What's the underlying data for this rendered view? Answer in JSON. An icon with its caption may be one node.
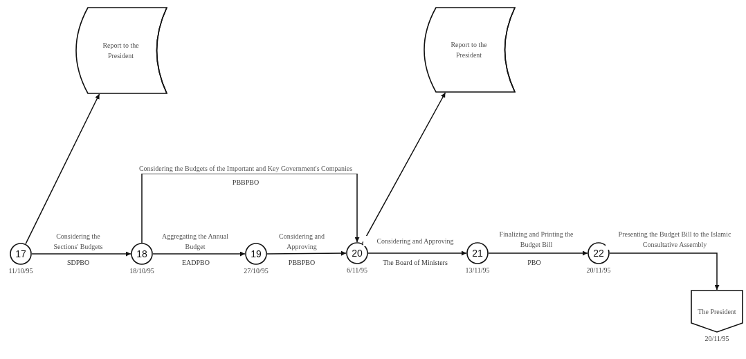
{
  "diagram": {
    "nodes": [
      {
        "text": [
          "Report to the President"
        ]
      },
      {
        "text": [
          "Report to the President"
        ]
      },
      {
        "text": [
          "17"
        ],
        "beside": [
          "11/10/95"
        ]
      },
      {
        "text": [
          "18"
        ],
        "beside": [
          "18/10/95"
        ]
      },
      {
        "text": [
          "19"
        ],
        "beside": [
          "27/10/95"
        ]
      },
      {
        "text": [
          "20"
        ],
        "beside": [
          "6/11/95"
        ]
      },
      {
        "text": [
          "21"
        ],
        "beside": [
          "13/11/95"
        ]
      },
      {
        "text": [
          "22"
        ],
        "beside": [
          "20/11/95"
        ]
      },
      {
        "text": [
          "The President"
        ],
        "beside": [
          "20/11/95"
        ]
      }
    ],
    "edges": [
      {
        "from": 2,
        "to": 0,
        "arrow": "to"
      },
      {
        "from": 2,
        "to": 3,
        "arrow": "to",
        "label": "Considering the Sections' Budgets"
      },
      {
        "from": 3,
        "to": 5,
        "arrow": "to",
        "label": "Considering the Budgets of the Important and Key Government's Companies"
      },
      {
        "from": 3,
        "to": 4,
        "arrow": "to",
        "label": "Aggregating the Annual Budget"
      },
      {
        "from": 4,
        "to": 5,
        "arrow": "to",
        "label": "Considering and Approving"
      },
      {
        "from": 5,
        "to": 1,
        "arrow": "to"
      },
      {
        "from": 5,
        "to": 6,
        "arrow": "to",
        "label": "Considering and Approving"
      },
      {
        "from": 6,
        "to": 7,
        "arrow": "to",
        "label": "Finalizing and Printing the Budget Bill"
      },
      {
        "from": 7,
        "to": 8,
        "arrow": "to",
        "label": "Presenting the Budget Bill to the Islamic Consultative Assembly"
      }
    ],
    "labels": [
      "SDPBO",
      "PBBPBO",
      "EADPBO",
      "PBBPBO",
      "The Board of Ministers",
      "PBO"
    ]
  }
}
